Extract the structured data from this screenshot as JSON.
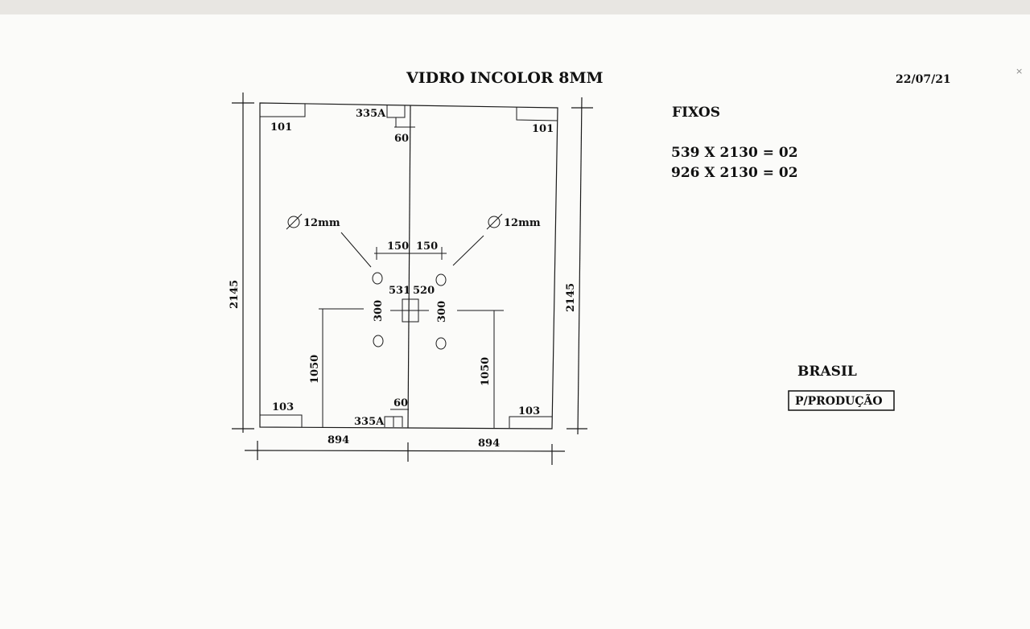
{
  "header": {
    "title": "VIDRO INCOLOR 8MM",
    "date": "22/07/21"
  },
  "drawing": {
    "overall_height_left": "2145",
    "overall_height_right": "2145",
    "bottom_left_width": "894",
    "bottom_right_width": "894",
    "corner_top_left": "101",
    "corner_top_right": "101",
    "corner_bottom_left": "103",
    "corner_bottom_right": "103",
    "pivot_top_label": "335A",
    "pivot_top_dim": "60",
    "pivot_bottom_label": "335A",
    "pivot_bottom_dim": "60",
    "hole_left_label": "12mm",
    "hole_right_label": "12mm",
    "hole_spacing_left": "150",
    "hole_spacing_right": "150",
    "handle_left_dim": "531",
    "handle_right_dim": "520",
    "hole_vertical_left": "300",
    "hole_vertical_right": "300",
    "handle_height_left": "1050",
    "handle_height_right": "1050"
  },
  "notes": {
    "fixed_title": "FIXOS",
    "fixed_items": [
      "539 X 2130 = 02",
      "926 X 2130 = 02"
    ],
    "country": "BRASIL",
    "stamp": "P/PRODUÇÃO"
  }
}
